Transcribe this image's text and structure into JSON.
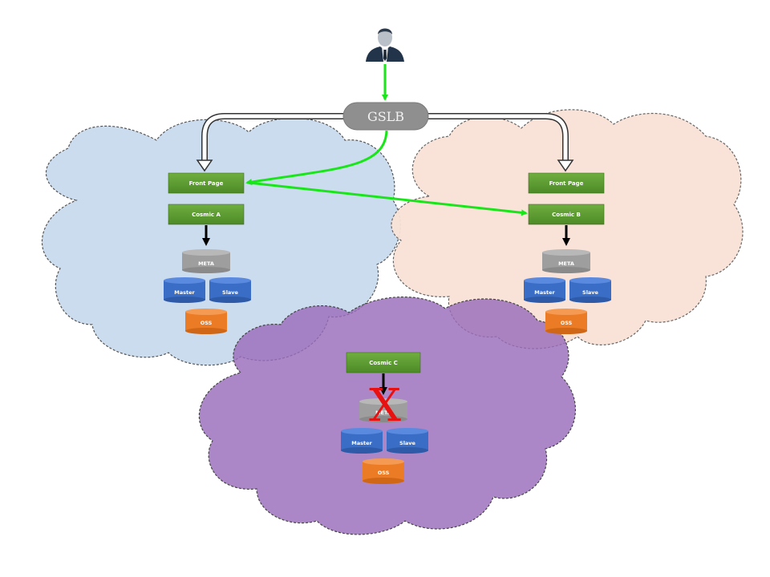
{
  "diagram": {
    "user": {
      "icon": "user-icon"
    },
    "gslb": {
      "label": "GSLB",
      "color": "#8f8f8f"
    },
    "colors": {
      "box": "#5d9b34",
      "box_dark": "#4a7f27",
      "meta": "#9e9e9e",
      "master_slave": "#3a6dc5",
      "oss": "#ec7b25",
      "green_arrow": "#19e619",
      "failure_x": "#e81010",
      "cloud_a": "#c9daee",
      "cloud_b": "#f9e2d6",
      "cloud_c": "#9a6dbb"
    },
    "clouds": [
      {
        "id": "a",
        "front_page": "Front Page",
        "cosmic": "Cosmic A",
        "meta": "META",
        "master": "Master",
        "slave": "Slave",
        "oss": "OSS",
        "failed": false
      },
      {
        "id": "b",
        "front_page": "Front Page",
        "cosmic": "Cosmic B",
        "meta": "META",
        "master": "Master",
        "slave": "Slave",
        "oss": "OSS",
        "failed": false
      },
      {
        "id": "c",
        "cosmic": "Cosmic C",
        "meta": "META",
        "master": "Master",
        "slave": "Slave",
        "oss": "OSS",
        "failed": true,
        "failure_mark": "X"
      }
    ]
  }
}
